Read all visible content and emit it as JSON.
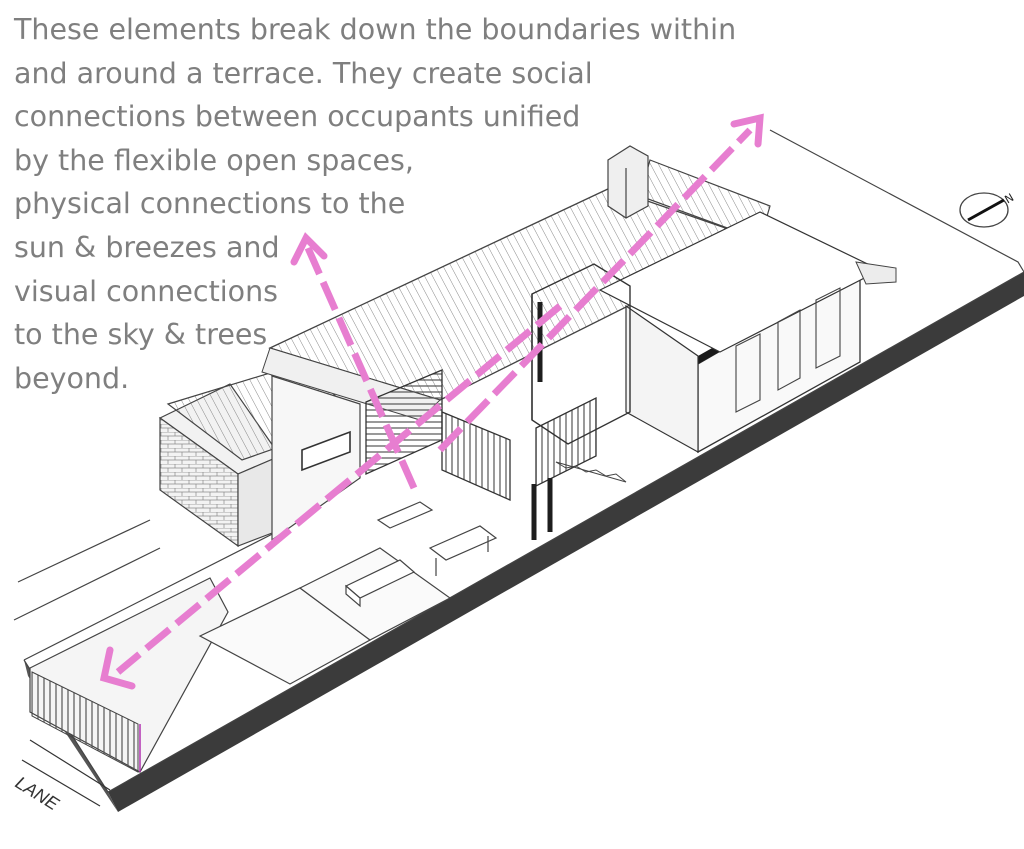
{
  "caption": {
    "lines": [
      "These elements break down the boundaries within",
      "and around a terrace. They create social",
      "connections between occupants unified",
      "by the flexible open spaces,",
      "physical connections to the",
      "sun & breezes and",
      "visual connections",
      "to the sky & trees",
      "beyond."
    ]
  },
  "labels": {
    "lane": "LANE",
    "north": "N"
  },
  "colors": {
    "caption_text": "#7f7f7f",
    "connection_arrows": "#e77ed0",
    "linework": "#3a3a3a",
    "ground_slab": "#3b3b3b"
  }
}
